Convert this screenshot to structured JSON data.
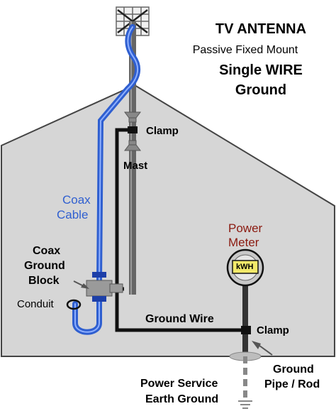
{
  "title": {
    "main": "TV ANTENNA",
    "sub": "Passive Fixed Mount",
    "line3": "Single WIRE",
    "line4": "Ground"
  },
  "labels": {
    "clamp_top": "Clamp",
    "mast": "Mast",
    "coax_cable_1": "Coax",
    "coax_cable_2": "Cable",
    "coax_ground_1": "Coax",
    "coax_ground_2": "Ground",
    "coax_ground_3": "Block",
    "conduit": "Conduit",
    "power_meter_1": "Power",
    "power_meter_2": "Meter",
    "kwh": "kWH",
    "ground_wire": "Ground Wire",
    "clamp_bottom": "Clamp",
    "ground_rod_1": "Ground",
    "ground_rod_2": "Pipe / Rod",
    "earth_1": "Power Service",
    "earth_2": "Earth Ground"
  },
  "colors": {
    "house": "#d6d6d6",
    "house_edge": "#444444",
    "coax": "#2f5fd0",
    "wire": "#111111",
    "meter_face": "#f2e96a",
    "accent_red": "#8b1a10"
  }
}
